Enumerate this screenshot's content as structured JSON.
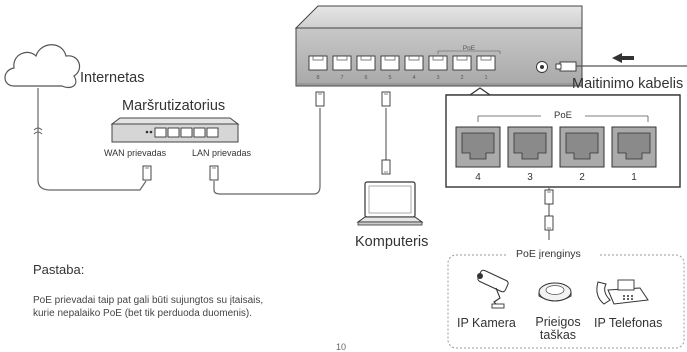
{
  "internet_label": "Internetas",
  "router": {
    "title": "Maršrutizatorius",
    "wan_label": "WAN prievadas",
    "lan_label": "LAN prievadas"
  },
  "switch": {
    "poe_top_label": "PoE",
    "port_numbers": [
      "8",
      "7",
      "6",
      "5",
      "4",
      "3",
      "2",
      "1"
    ]
  },
  "power_cable_label": "Maitinimo kabelis",
  "poe_zoom": {
    "title": "PoE",
    "port_numbers": [
      "4",
      "3",
      "2",
      "1"
    ]
  },
  "computer_label": "Komputeris",
  "poe_devices": {
    "title": "PoE įrenginys",
    "camera_label": "IP Kamera",
    "access_point_label": "Prieigos taškas",
    "phone_label": "IP Telefonas"
  },
  "note": {
    "title": "Pastaba:",
    "line1": "PoE prievadai taip pat gali būti sujungtos su įtaisais,",
    "line2": "kurie nepalaiko PoE (bet tik perduoda duomenis)."
  },
  "page_number": "10"
}
